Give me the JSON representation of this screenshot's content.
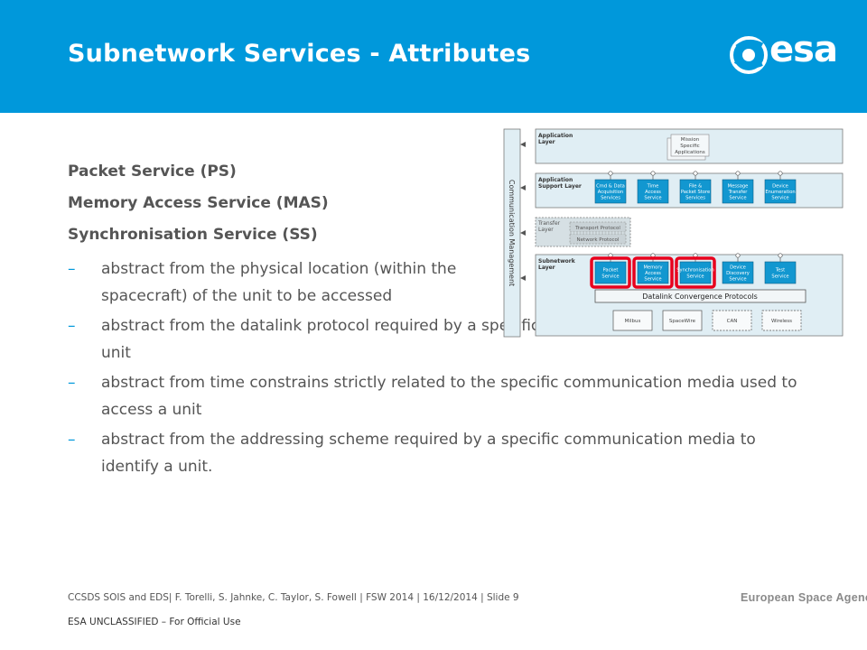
{
  "slide": {
    "title": "Subnetwork Services - Attributes",
    "logo_text": "esa",
    "headings": [
      "Packet Service (PS)",
      "Memory Access Service (MAS)",
      "Synchronisation Service (SS)"
    ],
    "bullets": [
      "abstract from the physical location (within the spacecraft) of the unit to be accessed",
      "abstract from the datalink protocol required by a specific communication media to access a unit",
      "abstract from time constrains strictly related to the specific communication media used to access a unit",
      "abstract from the addressing scheme required by a specific communication media to identify a unit."
    ],
    "bullet_marker": "–"
  },
  "diagram": {
    "side_label": "Communication Management",
    "layers": {
      "application": {
        "label_1": "Application",
        "label_2": "Layer",
        "box_1": "Mission",
        "box_2": "Specific",
        "box_3": "Applications"
      },
      "support": {
        "label_1": "Application",
        "label_2": "Support Layer",
        "boxes": [
          {
            "l1": "Cmd & Data",
            "l2": "Acquisition",
            "l3": "Services"
          },
          {
            "l1": "Time",
            "l2": "Access",
            "l3": "Service"
          },
          {
            "l1": "File &",
            "l2": "Packet Store",
            "l3": "Services"
          },
          {
            "l1": "Message",
            "l2": "Transfer",
            "l3": "Service"
          },
          {
            "l1": "Device",
            "l2": "Enumeration",
            "l3": "Service"
          }
        ]
      },
      "transfer": {
        "label_1": "Transfer",
        "label_2": "Layer",
        "box_1": "Transport Protocol",
        "box_2": "Network Protocol"
      },
      "subnetwork": {
        "label_1": "Subnetwork",
        "label_2": "Layer",
        "boxes": [
          {
            "l1": "Packet",
            "l2": "Service",
            "l3": ""
          },
          {
            "l1": "Memory",
            "l2": "Access",
            "l3": "Service"
          },
          {
            "l1": "Synchronisation",
            "l2": "Service",
            "l3": ""
          },
          {
            "l1": "Device",
            "l2": "Discovery",
            "l3": "Service"
          },
          {
            "l1": "Test",
            "l2": "Service",
            "l3": ""
          }
        ],
        "convergence": "Datalink Convergence Protocols",
        "media": [
          "Milbus",
          "SpaceWire",
          "CAN",
          "Wireless"
        ]
      }
    },
    "colors": {
      "layer_fill": "#e0eef4",
      "box_fill": "#1297d0",
      "highlight": "#e8001c"
    }
  },
  "footer": {
    "credits": "CCSDS SOIS and EDS| F. Torelli, S. Jahnke, C. Taylor, S. Fowell | FSW 2014 | 16/12/2014 | Slide  9",
    "agency": "European Space Agency",
    "classification": "ESA UNCLASSIFIED – For Official Use"
  },
  "colors": {
    "header": "#0098db",
    "text": "#555555"
  }
}
